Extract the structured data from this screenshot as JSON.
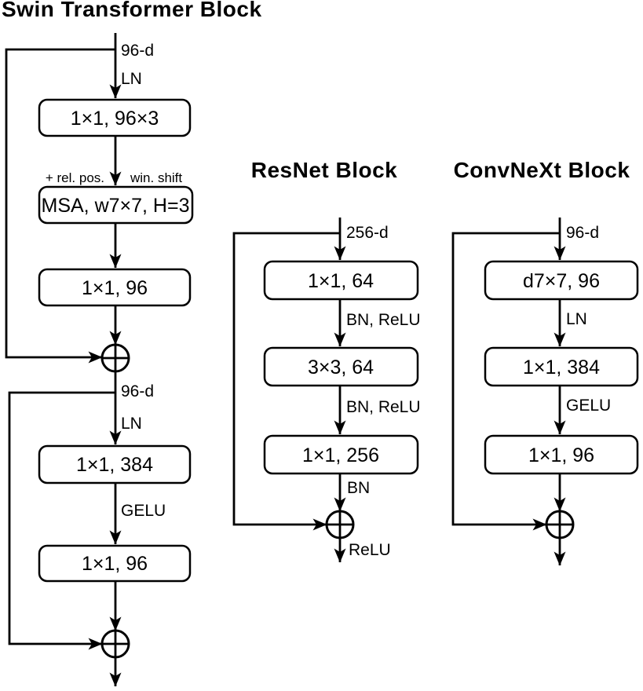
{
  "colors": {
    "line": "#000000",
    "background": "#ffffff",
    "box_fill": "#ffffff"
  },
  "figure": {
    "swin": {
      "title": "Swin Transformer Block",
      "input_dim": "96-d",
      "norm1": "LN",
      "box1": "1×1, 96×3",
      "rel_pos": "+ rel. pos.",
      "win_shift": "win. shift",
      "box2": "MSA, w7×7, H=3",
      "box3": "1×1, 96",
      "mid_dim": "96-d",
      "norm2": "LN",
      "box4": "1×1, 384",
      "act": "GELU",
      "box5": "1×1, 96"
    },
    "resnet": {
      "title": "ResNet Block",
      "input_dim": "256-d",
      "box1": "1×1, 64",
      "norm_act1": "BN, ReLU",
      "box2": "3×3, 64",
      "norm_act2": "BN, ReLU",
      "box3": "1×1, 256",
      "norm3": "BN",
      "out_act": "ReLU"
    },
    "convnext": {
      "title": "ConvNeXt Block",
      "input_dim": "96-d",
      "box1": "d7×7, 96",
      "norm1": "LN",
      "box2": "1×1, 384",
      "act": "GELU",
      "box3": "1×1, 96"
    }
  }
}
